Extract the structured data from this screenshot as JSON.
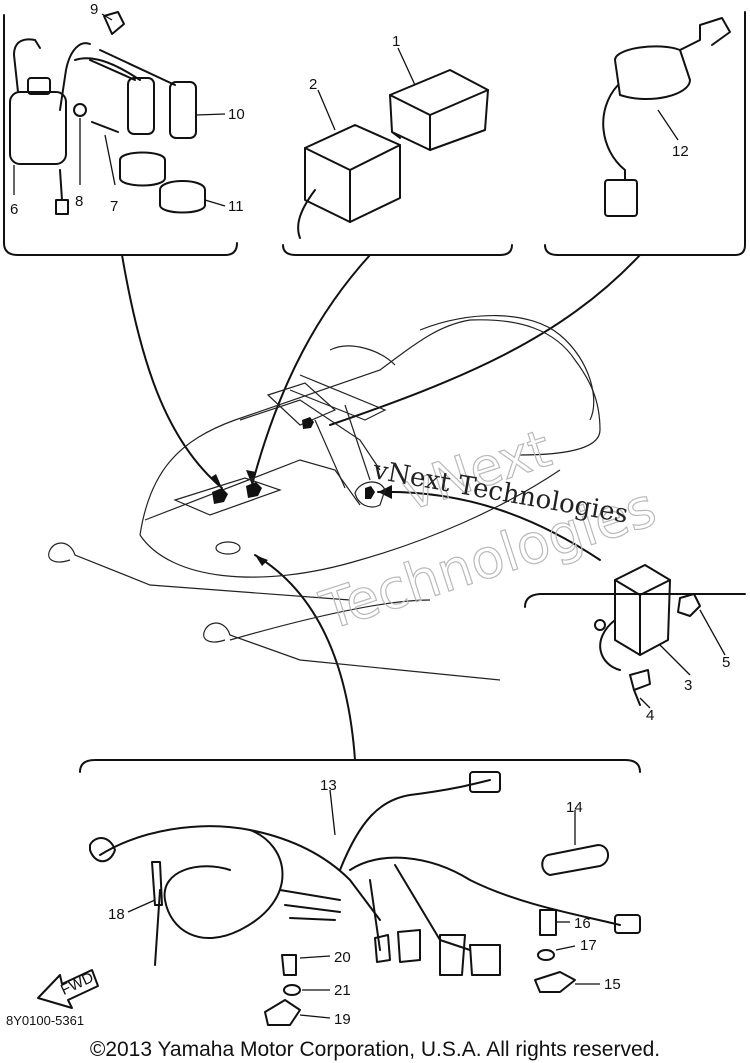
{
  "callouts": [
    {
      "id": "c1",
      "label": "1"
    },
    {
      "id": "c2",
      "label": "2"
    },
    {
      "id": "c3",
      "label": "3"
    },
    {
      "id": "c4",
      "label": "4"
    },
    {
      "id": "c5",
      "label": "5"
    },
    {
      "id": "c6",
      "label": "6"
    },
    {
      "id": "c7",
      "label": "7"
    },
    {
      "id": "c8",
      "label": "8"
    },
    {
      "id": "c9",
      "label": "9"
    },
    {
      "id": "c10",
      "label": "10"
    },
    {
      "id": "c11",
      "label": "11"
    },
    {
      "id": "c12",
      "label": "12"
    },
    {
      "id": "c13",
      "label": "13"
    },
    {
      "id": "c14",
      "label": "14"
    },
    {
      "id": "c15",
      "label": "15"
    },
    {
      "id": "c16",
      "label": "16"
    },
    {
      "id": "c17",
      "label": "17"
    },
    {
      "id": "c18",
      "label": "18"
    },
    {
      "id": "c19",
      "label": "19"
    },
    {
      "id": "c20",
      "label": "20"
    },
    {
      "id": "c21",
      "label": "21"
    }
  ],
  "watermark": {
    "line1": "vNext",
    "line2": "Technologies",
    "overlay": "vNext Technologies"
  },
  "fwd_label": "FWD",
  "drawing_code": "8Y0100-5361",
  "copyright": "©2013 Yamaha Motor Corporation, U.S.A. All rights reserved."
}
